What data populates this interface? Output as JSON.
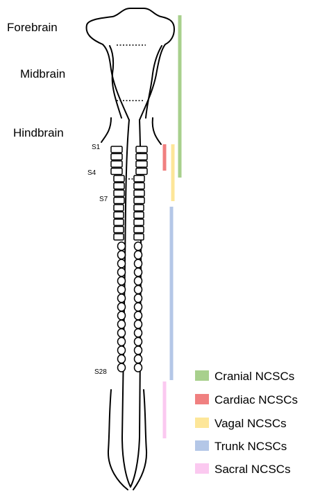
{
  "brain_regions": [
    {
      "key": "forebrain",
      "label": "Forebrain"
    },
    {
      "key": "midbrain",
      "label": "Midbrain"
    },
    {
      "key": "hindbrain",
      "label": "Hindbrain"
    }
  ],
  "somite_labels": [
    {
      "key": "s1",
      "label": "S1"
    },
    {
      "key": "s4",
      "label": "S4"
    },
    {
      "key": "s7",
      "label": "S7"
    },
    {
      "key": "s28",
      "label": "S28"
    }
  ],
  "legend": [
    {
      "key": "cranial",
      "label": "Cranial NCSCs",
      "color": "#a8d08d"
    },
    {
      "key": "cardiac",
      "label": "Cardiac NCSCs",
      "color": "#f08080"
    },
    {
      "key": "vagal",
      "label": "Vagal NCSCs",
      "color": "#fde699"
    },
    {
      "key": "trunk",
      "label": "Trunk NCSCs",
      "color": "#b4c7e7"
    },
    {
      "key": "sacral",
      "label": "Sacral NCSCs",
      "color": "#fbc9f0"
    }
  ]
}
